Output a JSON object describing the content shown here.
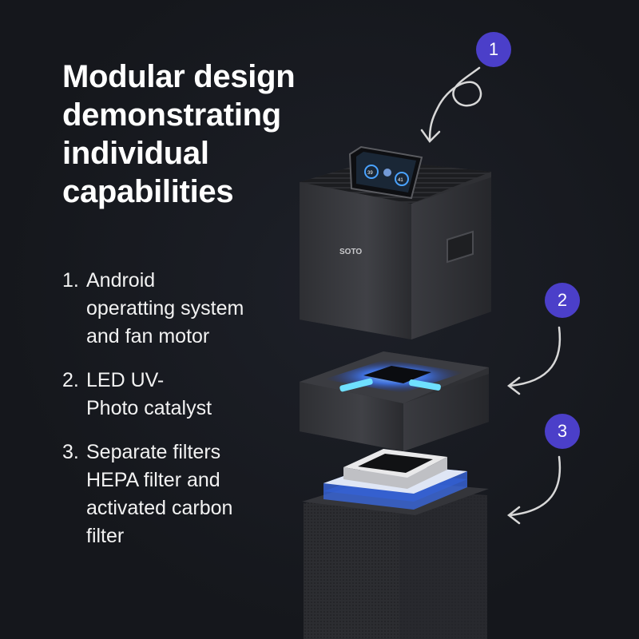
{
  "headline": {
    "lines": [
      "Modular design",
      "demonstrating",
      "individual",
      "capabilities"
    ]
  },
  "features": [
    {
      "number": "1.",
      "lines": [
        "Android",
        "operatting system",
        "and fan motor"
      ]
    },
    {
      "number": "2.",
      "lines": [
        "LED UV-",
        "Photo catalyst"
      ]
    },
    {
      "number": "3.",
      "lines": [
        "Separate filters",
        "HEPA filter and",
        "activated carbon",
        "filter"
      ]
    }
  ],
  "badges": [
    "1",
    "2",
    "3"
  ],
  "product": {
    "brand_logo": "SOTO",
    "screen_readouts": [
      "39",
      "41"
    ]
  },
  "colors": {
    "background": "#16181e",
    "badge": "#4b3fc9",
    "arrow": "#d8d8d8",
    "uv_glow": "#3f7bff",
    "hepa_band": "#3a6be8",
    "device_body": "#3a3b40"
  },
  "icons": [
    "curly-arrow-icon",
    "curved-arrow-icon"
  ]
}
